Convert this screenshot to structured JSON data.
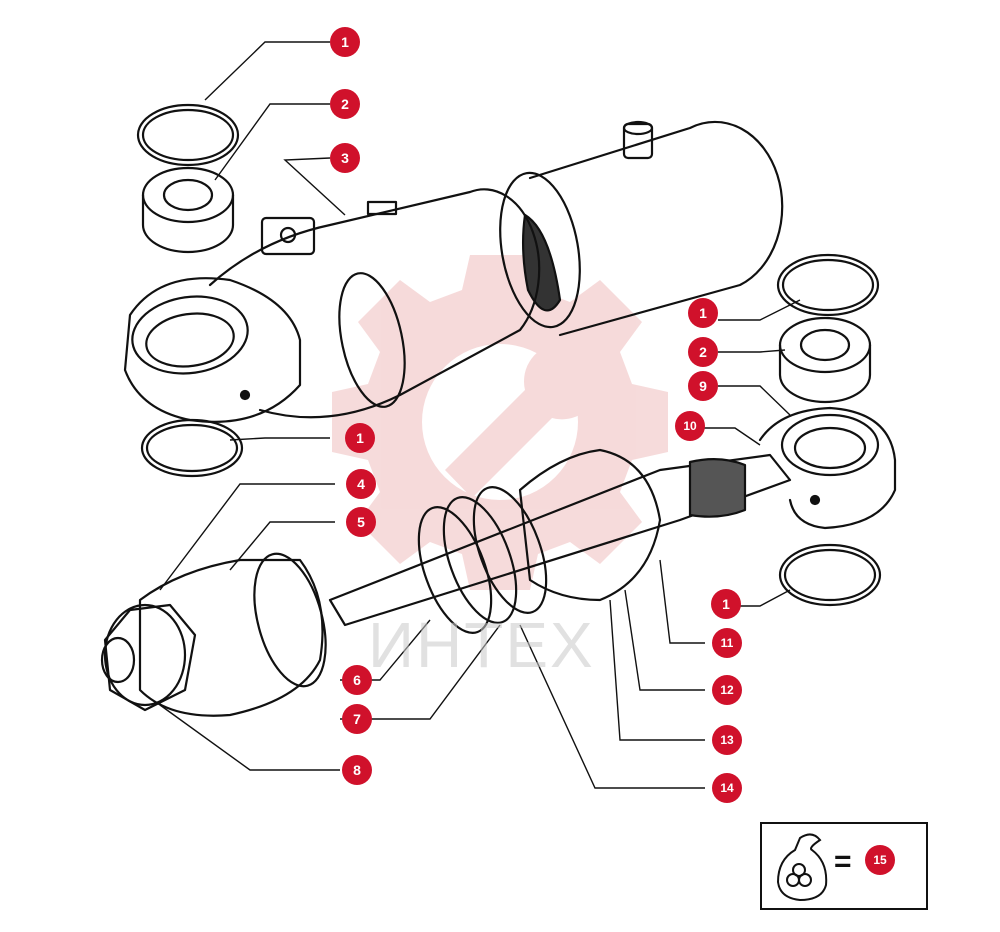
{
  "diagram": {
    "accent_color": "#d0112b",
    "line_color": "#111111",
    "watermark": {
      "text": "ИНТЕХ",
      "icon": "gear-wrench-logo",
      "color": "#e8a0a0"
    },
    "callouts": [
      {
        "id": "c1a",
        "label": "1"
      },
      {
        "id": "c2a",
        "label": "2"
      },
      {
        "id": "c3",
        "label": "3"
      },
      {
        "id": "c1b",
        "label": "1"
      },
      {
        "id": "c2b",
        "label": "2"
      },
      {
        "id": "c9",
        "label": "9"
      },
      {
        "id": "c10",
        "label": "10"
      },
      {
        "id": "c1c",
        "label": "1"
      },
      {
        "id": "c4",
        "label": "4"
      },
      {
        "id": "c5",
        "label": "5"
      },
      {
        "id": "c1d",
        "label": "1"
      },
      {
        "id": "c11",
        "label": "11"
      },
      {
        "id": "c6",
        "label": "6"
      },
      {
        "id": "c12",
        "label": "12"
      },
      {
        "id": "c7",
        "label": "7"
      },
      {
        "id": "c13",
        "label": "13"
      },
      {
        "id": "c8",
        "label": "8"
      },
      {
        "id": "c14",
        "label": "14"
      }
    ],
    "kit": {
      "icon": "parts-bag-icon",
      "equals": "=",
      "label": "15"
    }
  }
}
